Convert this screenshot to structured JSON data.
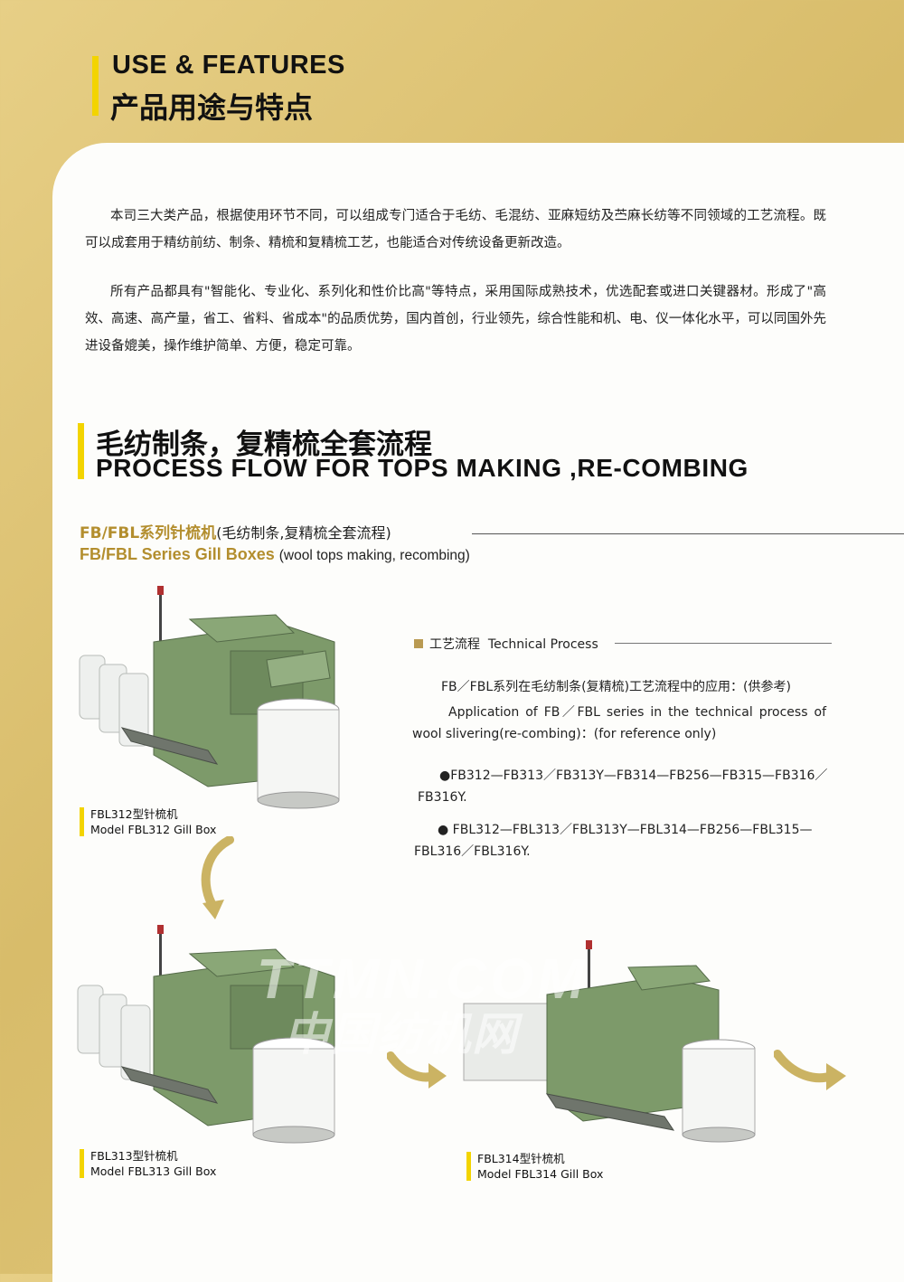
{
  "header": {
    "title_en": "USE & FEATURES",
    "title_cn": "产品用途与特点"
  },
  "intro": {
    "p1": "本司三大类产品，根据使用环节不同，可以组成专门适合于毛纺、毛混纺、亚麻短纺及苎麻长纺等不同领域的工艺流程。既可以成套用于精纺前纺、制条、精梳和复精梳工艺，也能适合对传统设备更新改造。",
    "p2": "所有产品都具有\"智能化、专业化、系列化和性价比高\"等特点，采用国际成熟技术，优选配套或进口关键器材。形成了\"高效、高速、高产量，省工、省料、省成本\"的品质优势，国内首创，行业领先，综合性能和机、电、仪一体化水平，可以同国外先进设备媲美，操作维护简单、方便，稳定可靠。"
  },
  "process": {
    "title_cn": "毛纺制条，复精梳全套流程",
    "title_en": "PROCESS FLOW FOR TOPS MAKING ,RE-COMBING"
  },
  "series": {
    "title_cn": "FB/FBL系列针梳机",
    "title_cn_note": "(毛纺制条,复精梳全套流程)",
    "title_en": "FB/FBL Series Gill Boxes",
    "title_en_note": "(wool tops making, recombing)"
  },
  "technical": {
    "heading_cn": "工艺流程",
    "heading_en": "Technical Process",
    "line_cn": "FB／FBL系列在毛纺制条(复精梳)工艺流程中的应用：(供参考)",
    "line_en": "Application of FB／FBL series in the technical process of wool slivering(re-combing)：(for reference only)",
    "flow1": "●FB312—FB313／FB313Y—FB314—FB256—FB315—FB316／FB316Y.",
    "flow2": "● FBL312—FBL313／FBL313Y—FBL314—FB256—FBL315—FBL316／FBL316Y."
  },
  "machines": [
    {
      "cn": "FBL312型针梳机",
      "en": "Model FBL312 Gill Box"
    },
    {
      "cn": "FBL313型针梳机",
      "en": "Model FBL313 Gill Box"
    },
    {
      "cn": "FBL314型针梳机",
      "en": "Model FBL314 Gill Box"
    }
  ],
  "watermark": {
    "line1": "TTMN.COM",
    "line2": "中国纺机网"
  },
  "colors": {
    "background": "#dcc172",
    "accent_bar": "#f3d400",
    "series_title": "#b38e2e",
    "machine_green": "#7d9a6a"
  }
}
